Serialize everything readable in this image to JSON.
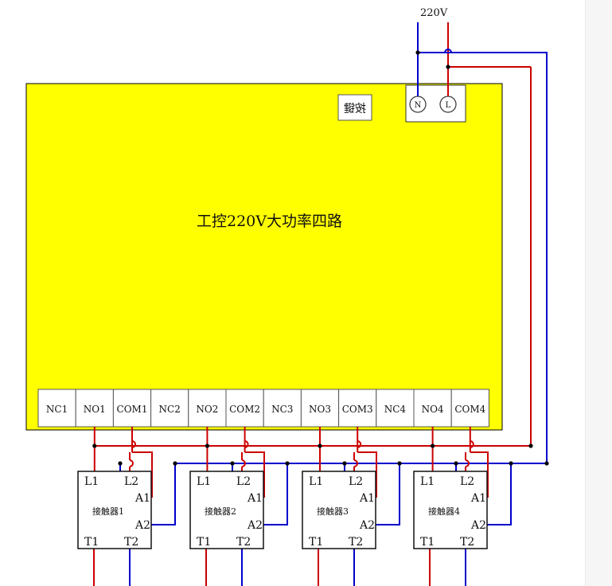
{
  "supply": {
    "label": "220V"
  },
  "board": {
    "title": "工控220V大功率四路",
    "key_label": "按键",
    "background_color": "#ffff00",
    "power_terminals": [
      "N",
      "L"
    ],
    "terminals": [
      "NC1",
      "NO1",
      "COM1",
      "NC2",
      "NO2",
      "COM2",
      "NC3",
      "NO3",
      "COM3",
      "NC4",
      "NO4",
      "COM4"
    ]
  },
  "contactors": [
    {
      "name": "接触器1",
      "pins": {
        "l1": "L1",
        "l2": "L2",
        "a1": "A1",
        "a2": "A2",
        "t1": "T1",
        "t2": "T2"
      }
    },
    {
      "name": "接触器2",
      "pins": {
        "l1": "L1",
        "l2": "L2",
        "a1": "A1",
        "a2": "A2",
        "t1": "T1",
        "t2": "T2"
      }
    },
    {
      "name": "接触器3",
      "pins": {
        "l1": "L1",
        "l2": "L2",
        "a1": "A1",
        "a2": "A2",
        "t1": "T1",
        "t2": "T2"
      }
    },
    {
      "name": "接触器4",
      "pins": {
        "l1": "L1",
        "l2": "L2",
        "a1": "A1",
        "a2": "A2",
        "t1": "T1",
        "t2": "T2"
      }
    }
  ],
  "colors": {
    "live_wire": "#cc0000",
    "neutral_wire": "#0000cc",
    "outline": "#000000"
  }
}
